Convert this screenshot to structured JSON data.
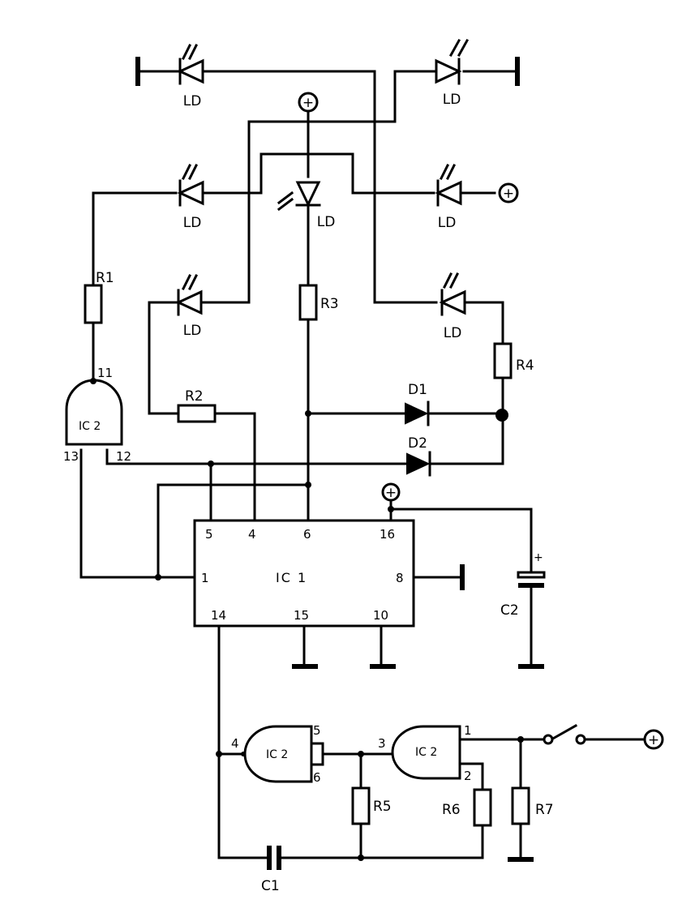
{
  "labels": {
    "led": "LD",
    "r1": "R1",
    "r2": "R2",
    "r3": "R3",
    "r4": "R4",
    "r5": "R5",
    "r6": "R6",
    "r7": "R7",
    "d1": "D1",
    "d2": "D2",
    "c1": "C1",
    "c2": "C2",
    "ic1": "IC 1",
    "ic2": "IC 2",
    "plus": "+",
    "c2_polarity": "+"
  },
  "ic1_pins": {
    "p5": "5",
    "p4": "4",
    "p6": "6",
    "p16": "16",
    "p1": "1",
    "p8": "8",
    "p14": "14",
    "p15": "15",
    "p10": "10"
  },
  "ic2_pins": {
    "top_out": "11",
    "top_in_a": "13",
    "top_in_b": "12",
    "left_out": "4",
    "left_in_a": "5",
    "left_in_b": "6",
    "right_in": "3",
    "right_out": "1",
    "right_in_b": "2"
  }
}
